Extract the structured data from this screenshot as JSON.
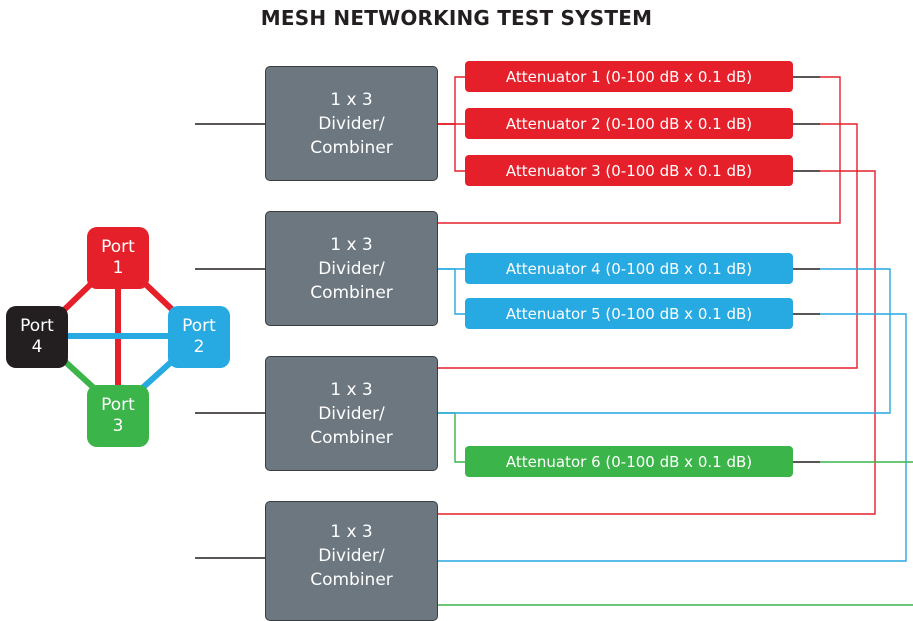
{
  "title": "MESH NETWORKING TEST SYSTEM",
  "colors": {
    "red": "#e5202a",
    "blue": "#27a9e1",
    "green": "#3bb44a",
    "black": "#231f20",
    "gray": "#6d7780"
  },
  "dividers": [
    {
      "line1": "1 x 3",
      "line2": "Divider/",
      "line3": "Combiner"
    },
    {
      "line1": "1 x 3",
      "line2": "Divider/",
      "line3": "Combiner"
    },
    {
      "line1": "1 x 3",
      "line2": "Divider/",
      "line3": "Combiner"
    },
    {
      "line1": "1 x 3",
      "line2": "Divider/",
      "line3": "Combiner"
    }
  ],
  "attenuators": [
    {
      "label": "Attenuator 1 (0-100 dB x 0.1 dB)",
      "color": "red"
    },
    {
      "label": "Attenuator 2 (0-100 dB x 0.1 dB)",
      "color": "red"
    },
    {
      "label": "Attenuator 3 (0-100 dB x 0.1 dB)",
      "color": "red"
    },
    {
      "label": "Attenuator 4 (0-100 dB x 0.1 dB)",
      "color": "blue"
    },
    {
      "label": "Attenuator 5 (0-100 dB x 0.1 dB)",
      "color": "blue"
    },
    {
      "label": "Attenuator 6 (0-100 dB x 0.1 dB)",
      "color": "green"
    }
  ],
  "ports": [
    {
      "word": "Port",
      "number": "1",
      "color": "red"
    },
    {
      "word": "Port",
      "number": "2",
      "color": "blue"
    },
    {
      "word": "Port",
      "number": "3",
      "color": "green"
    },
    {
      "word": "Port",
      "number": "4",
      "color": "black"
    }
  ]
}
